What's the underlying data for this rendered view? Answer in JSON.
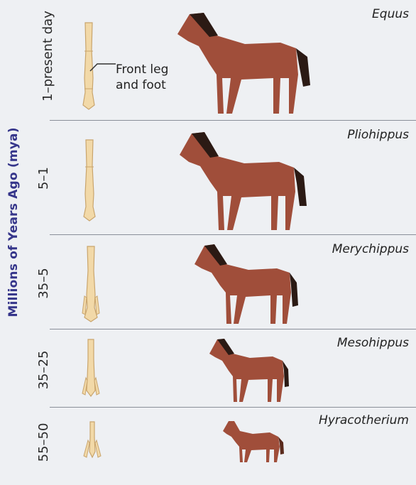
{
  "axis_title": "Millions of Years Ago (mya)",
  "callout": {
    "line1": "Front leg",
    "line2": "and foot"
  },
  "rows": [
    {
      "era": "1–present day",
      "species": "Equus"
    },
    {
      "era": "5–1",
      "species": "Pliohippus"
    },
    {
      "era": "35–5",
      "species": "Merychippus"
    },
    {
      "era": "35–25",
      "species": "Mesohippus"
    },
    {
      "era": "55–50",
      "species": "Hyracotherium"
    }
  ],
  "colors": {
    "axis_title": "#35358a",
    "horse_body": "#a04e3a",
    "mane": "#2b1a14",
    "bone": "#f2d9a8"
  }
}
